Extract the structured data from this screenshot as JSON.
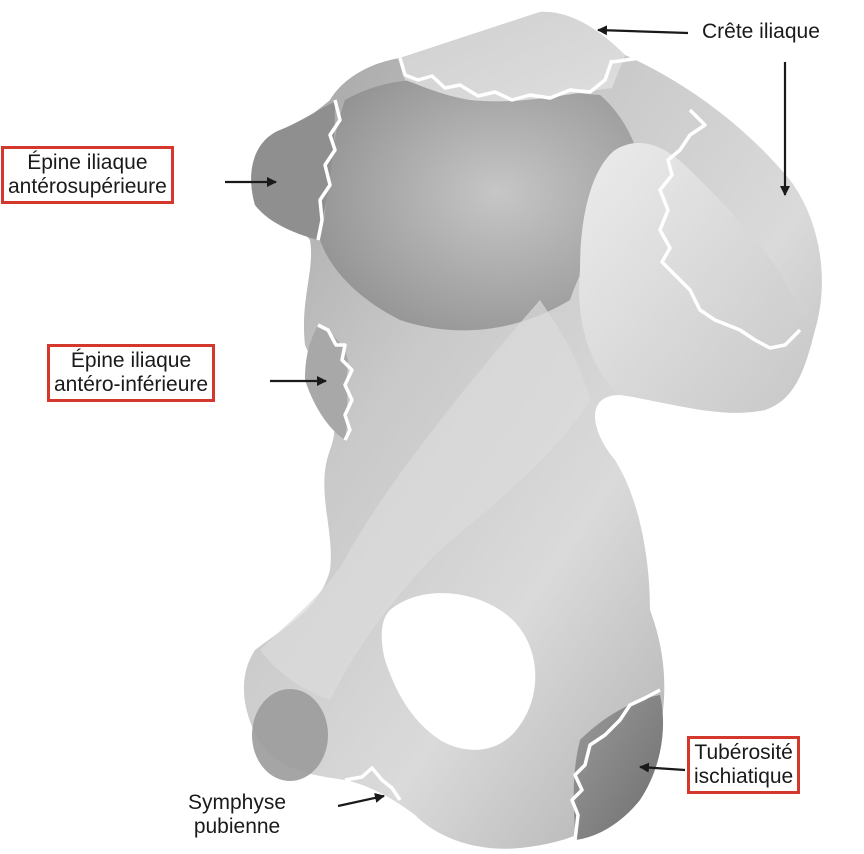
{
  "title": "",
  "colors": {
    "bone_light": "#e4e4e4",
    "bone_mid": "#bdbdbd",
    "bone_dark": "#7a7a7a",
    "suture": "#ffffff",
    "label_box_border": "#d4382c",
    "text": "#1a1a1a"
  },
  "labels": {
    "crete_iliaque": {
      "lines": [
        "Crête iliaque"
      ],
      "boxed": false
    },
    "epine_as": {
      "lines": [
        "Épine iliaque",
        "antérosupérieure"
      ],
      "boxed": true
    },
    "epine_ai": {
      "lines": [
        "Épine iliaque",
        "antéro-inférieure"
      ],
      "boxed": true
    },
    "tuberosite": {
      "lines": [
        "Tubérosité",
        "ischiatique"
      ],
      "boxed": true
    },
    "symphyse": {
      "lines": [
        "Symphyse",
        "pubienne"
      ],
      "boxed": false
    }
  }
}
